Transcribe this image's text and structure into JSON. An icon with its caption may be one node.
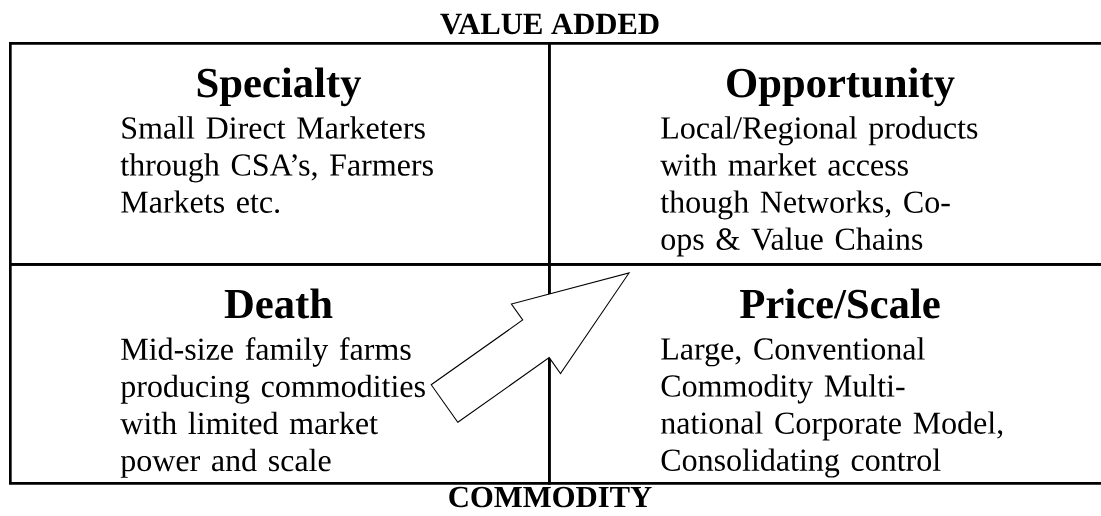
{
  "diagram": {
    "nodes": [
      {
        "text": [
          "Specialty",
          "Small Direct Marketers through CSA’s, Farmers Markets etc."
        ]
      },
      {
        "text": [
          "Opportunity",
          "Local/Regional products with market access though Networks, Co-ops & Value Chains"
        ]
      },
      {
        "text": [
          "Death",
          "Mid-size family farms producing commodities with limited market power and scale"
        ]
      },
      {
        "text": [
          "Price/Scale",
          "Large, Conventional Commodity Multi- national Corporate Model, Consolidating control"
        ]
      }
    ],
    "edges": [
      {
        "from": 2,
        "to": 1,
        "arrow": "to"
      }
    ],
    "labels": [
      "VALUE ADDED",
      "COMMODITY"
    ]
  }
}
